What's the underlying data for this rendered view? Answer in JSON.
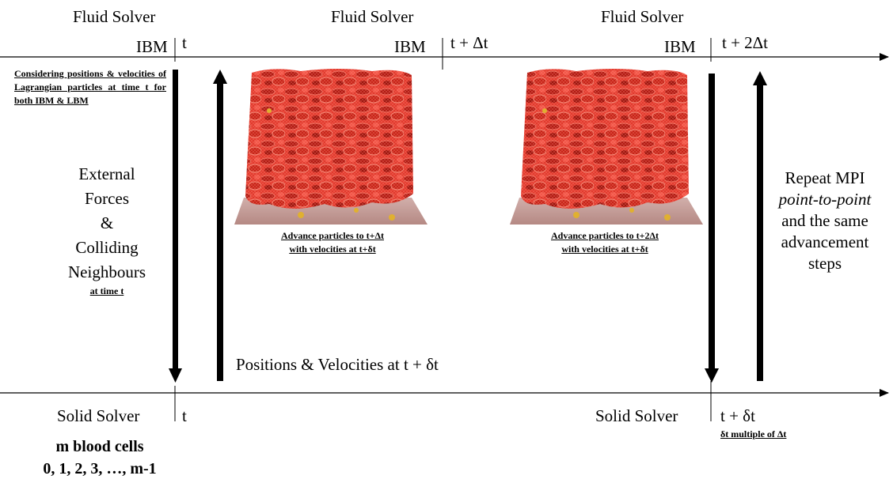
{
  "top": {
    "fluid_solver_1": "Fluid Solver",
    "fluid_solver_2": "Fluid Solver",
    "fluid_solver_3": "Fluid Solver",
    "ibm_1": "IBM",
    "ibm_2": "IBM",
    "ibm_3": "IBM",
    "time_1": "t",
    "time_2": "t + Δt",
    "time_3": "t + 2Δt"
  },
  "left_note": {
    "text": "Considering positions & velocities of Lagrangian particles at time t for both IBM & LBM"
  },
  "external_forces": {
    "lines": [
      "External",
      "Forces",
      "&",
      "Colliding",
      "Neighbours"
    ],
    "sub": "at time t"
  },
  "captions": {
    "advance_1_line1": "Advance particles to t+Δt",
    "advance_1_line2": "with velocities at t+δt",
    "advance_2_line1": "Advance particles to t+2Δt",
    "advance_2_line2": "with velocities at t+δt"
  },
  "repeat": {
    "line1": "Repeat MPI",
    "line2": "point-to-point",
    "line3": "and the same",
    "line4": "advancement",
    "line5": "steps"
  },
  "positions_label": "Positions & Velocities at t + δt",
  "bottom": {
    "solid_solver_1": "Solid Solver",
    "solid_solver_2": "Solid Solver",
    "time_1": "t",
    "time_2": "t + δt",
    "delta_note": "δt multiple of Δt",
    "cells_line1": "m blood cells",
    "cells_line2": "0, 1, 2, 3, …, m-1"
  },
  "colors": {
    "cell_red": "#d42a22",
    "cell_dark": "#a81812",
    "membrane_highlight": "#f06a5a",
    "floor": "#b58a86"
  },
  "images": {
    "render_1": "red-blood-cells-render",
    "render_2": "red-blood-cells-render"
  }
}
